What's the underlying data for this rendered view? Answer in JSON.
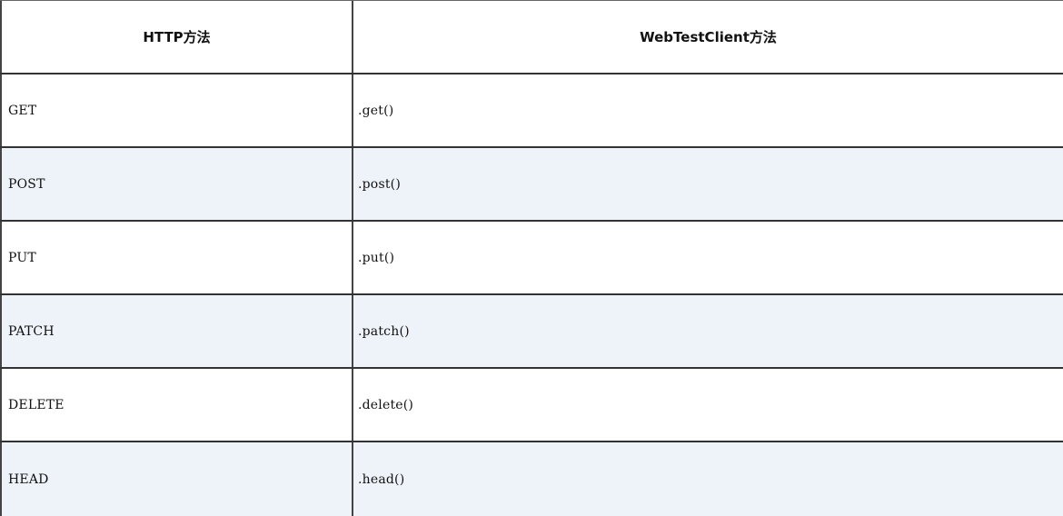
{
  "table": {
    "headers": [
      "HTTP方法",
      "WebTestClient方法"
    ],
    "rows": [
      {
        "http": "GET",
        "client": ".get()"
      },
      {
        "http": "POST",
        "client": ".post()"
      },
      {
        "http": "PUT",
        "client": ".put()"
      },
      {
        "http": "PATCH",
        "client": ".patch()"
      },
      {
        "http": "DELETE",
        "client": ".delete()"
      },
      {
        "http": "HEAD",
        "client": ".head()"
      }
    ]
  }
}
